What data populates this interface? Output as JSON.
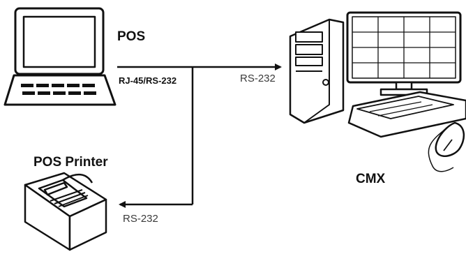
{
  "labels": {
    "pos": "POS",
    "pos_printer": "POS Printer",
    "cmx": "CMX",
    "link_pos": "RJ-45/RS-232",
    "link_cmx": "RS-232",
    "link_printer": "RS-232"
  },
  "icons": {
    "pos": "laptop-icon",
    "pos_printer": "receipt-printer-icon",
    "cmx": "desktop-computer-icon"
  },
  "colors": {
    "line": "#111111",
    "text": "#111111",
    "muted_text": "#3a3a3a"
  }
}
